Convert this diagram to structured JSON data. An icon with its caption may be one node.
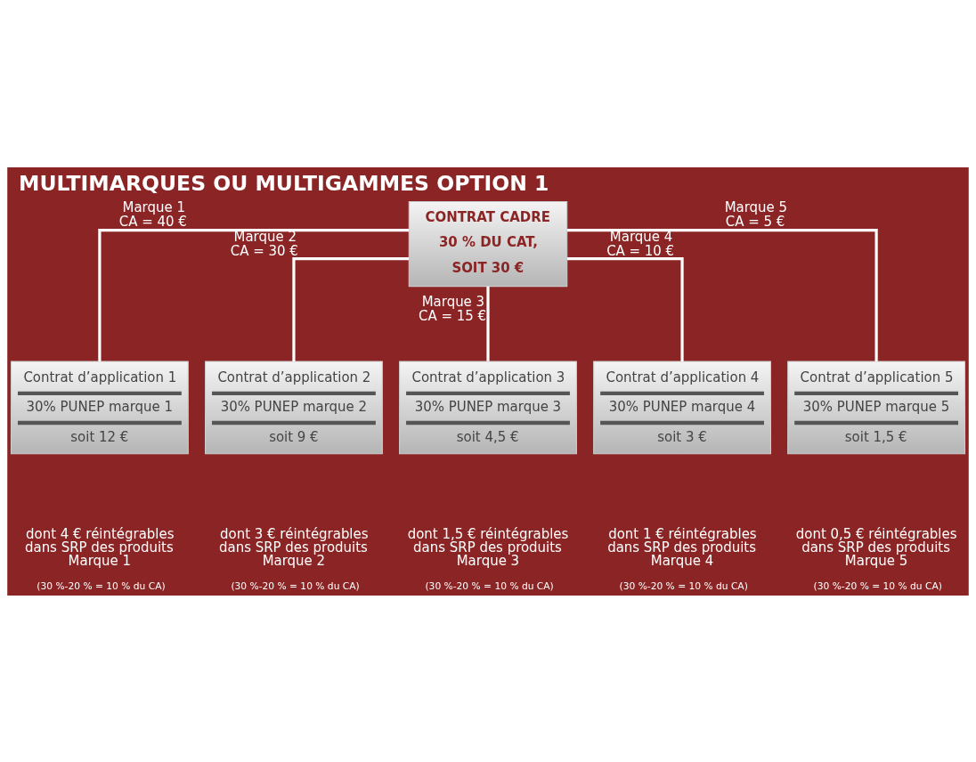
{
  "diagram": {
    "title": "MULTIMARQUES OU MULTIGAMMES OPTION 1",
    "nodes": [
      {
        "text": [
          "CONTRAT CADRE",
          "30 % DU CAT,",
          "SOIT 30 €"
        ]
      },
      {
        "text": [
          "Contrat d’application 1",
          "30% PUNEP marque 1",
          "soit 12 €"
        ],
        "beside": [
          "dont 4 € réintégrables dans SRP des produits Marque 1",
          "(30 %-20 % = 10 % du CA)"
        ]
      },
      {
        "text": [
          "Contrat d’application 2",
          "30% PUNEP marque 2",
          "soit 9 €"
        ],
        "beside": [
          "dont 3 € réintégrables dans SRP des produits Marque 2",
          "(30 %-20 % = 10 % du CA)"
        ]
      },
      {
        "text": [
          "Contrat d’application 3",
          "30% PUNEP marque 3",
          "soit 4,5 €"
        ],
        "beside": [
          "dont 1,5 € réintégrables dans SRP des produits Marque 3",
          "(30 %-20 % = 10 % du CA)"
        ]
      },
      {
        "text": [
          "Contrat d’application 4",
          "30% PUNEP marque 4",
          "soit 3 €"
        ],
        "beside": [
          "dont 1 € réintégrables dans SRP des produits Marque 4",
          "(30 %-20 % = 10 % du CA)"
        ]
      },
      {
        "text": [
          "Contrat d’application 5",
          "30% PUNEP marque 5",
          "soit 1,5 €"
        ],
        "beside": [
          "dont 0,5 € réintégrables dans SRP des produits Marque 5",
          "(30 %-20 % = 10 % du CA)"
        ]
      }
    ],
    "edges": [
      {
        "from": 0,
        "to": 1,
        "arrow": "none",
        "label": "Marque 1 CA = 40 €"
      },
      {
        "from": 0,
        "to": 2,
        "arrow": "none",
        "label": "Marque 2 CA = 30 €"
      },
      {
        "from": 0,
        "to": 3,
        "arrow": "none",
        "label": "Marque 3 CA = 15 €"
      },
      {
        "from": 0,
        "to": 4,
        "arrow": "none",
        "label": "Marque 4 CA = 10 €"
      },
      {
        "from": 0,
        "to": 5,
        "arrow": "none",
        "label": "Marque 5 CA = 5 €"
      }
    ]
  }
}
